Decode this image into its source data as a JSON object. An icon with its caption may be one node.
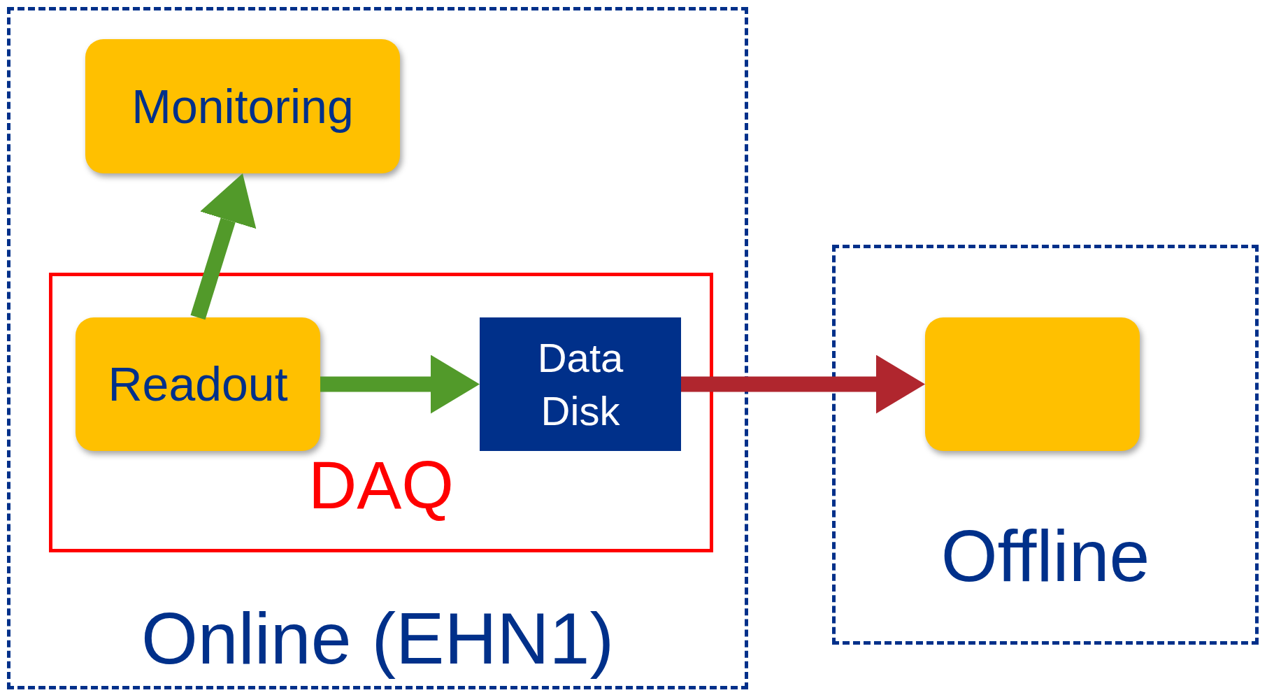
{
  "diagram": {
    "nodes": [
      {
        "text": [
          "Online (EHN1)"
        ]
      },
      {
        "text": [
          "DAQ"
        ],
        "in": 0
      },
      {
        "text": [
          "Monitoring"
        ],
        "in": 0
      },
      {
        "text": [
          "Readout"
        ],
        "in": 1
      },
      {
        "text": [
          "Data Disk"
        ],
        "in": 1
      },
      {
        "text": [
          "Offline"
        ]
      },
      {
        "text": [],
        "shape": "box",
        "in": 5
      }
    ],
    "edges": [
      {
        "from": 3,
        "to": 2,
        "arrow": "to"
      },
      {
        "from": 3,
        "to": 4,
        "arrow": "to"
      },
      {
        "from": 4,
        "to": 6,
        "arrow": "to",
        "color": "#b0262e"
      }
    ]
  }
}
